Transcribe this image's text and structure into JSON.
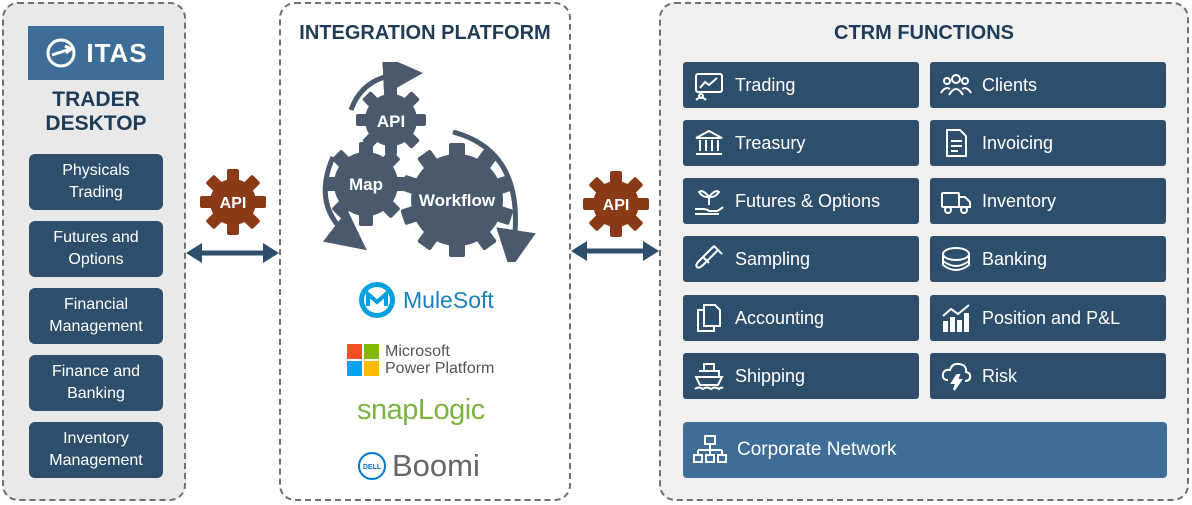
{
  "left": {
    "logo": "ITAS",
    "title": "TRADER DESKTOP",
    "items": [
      "Physicals Trading",
      "Futures and Options",
      "Financial Management",
      "Finance and Banking",
      "Inventory Management"
    ]
  },
  "middle": {
    "title": "INTEGRATION PLATFORM",
    "gears": {
      "api": "API",
      "map": "Map",
      "workflow": "Workflow"
    },
    "vendors": {
      "mulesoft": "MuleSoft",
      "microsoft_line1": "Microsoft",
      "microsoft_line2": "Power Platform",
      "snaplogic": "snapLogic",
      "dell": "DELL",
      "boomi": "Boomi"
    }
  },
  "connectors": {
    "left_api": "API",
    "right_api": "API"
  },
  "right": {
    "title": "CTRM FUNCTIONS",
    "functions": [
      {
        "label": "Trading",
        "icon": "trading-chart-icon"
      },
      {
        "label": "Clients",
        "icon": "clients-icon"
      },
      {
        "label": "Treasury",
        "icon": "bank-building-icon"
      },
      {
        "label": "Invoicing",
        "icon": "invoice-document-icon"
      },
      {
        "label": "Futures & Options",
        "icon": "plant-hand-icon"
      },
      {
        "label": "Inventory",
        "icon": "truck-icon"
      },
      {
        "label": "Sampling",
        "icon": "test-tube-icon"
      },
      {
        "label": "Banking",
        "icon": "coins-icon"
      },
      {
        "label": "Accounting",
        "icon": "documents-copy-icon"
      },
      {
        "label": "Position and P&L",
        "icon": "bar-chart-trend-icon"
      },
      {
        "label": "Shipping",
        "icon": "ship-icon"
      },
      {
        "label": "Risk",
        "icon": "storm-cloud-icon"
      }
    ],
    "corporate": {
      "label": "Corporate Network",
      "icon": "network-icon"
    }
  },
  "colors": {
    "navy": "#2e4f6c",
    "steel_blue": "#3e6e97",
    "title_text": "#1f3b57",
    "gear_gray": "#4a5a6c",
    "api_gear": "#8b3a17"
  }
}
